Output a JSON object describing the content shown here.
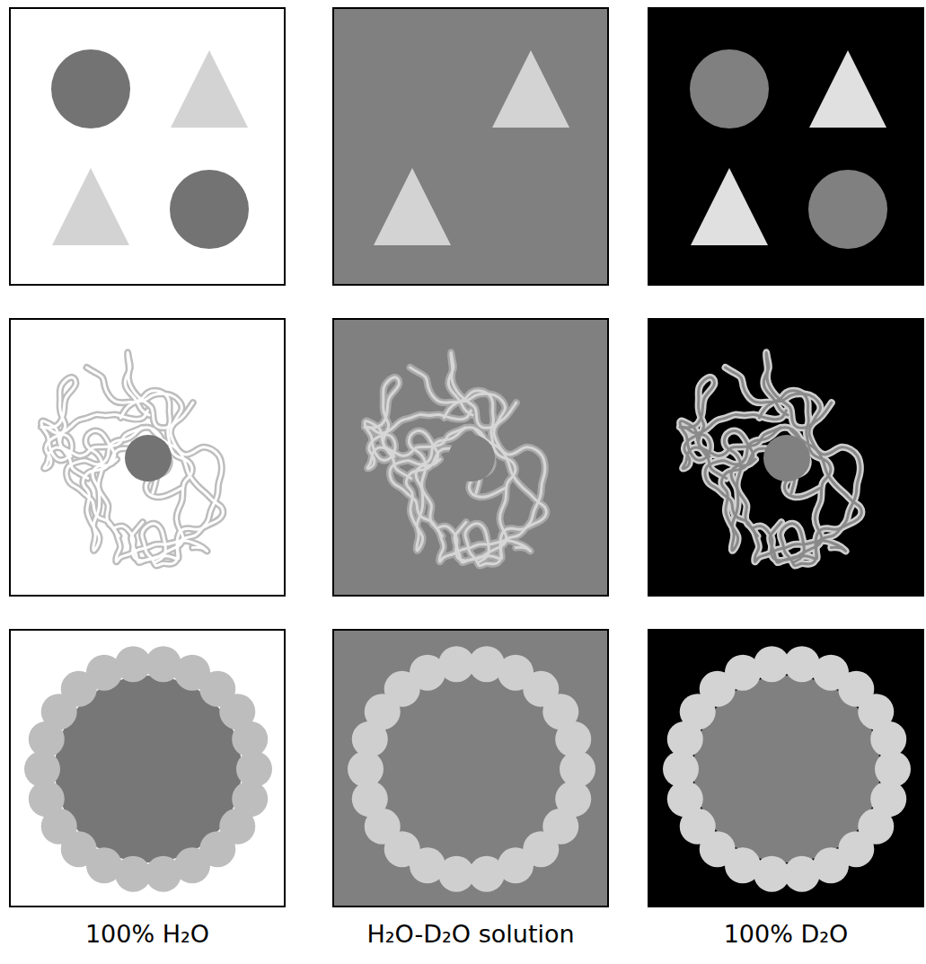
{
  "diagram": {
    "labels": [
      "100% H₂O",
      "H₂O-D₂O solution",
      "100% D₂O"
    ]
  }
}
